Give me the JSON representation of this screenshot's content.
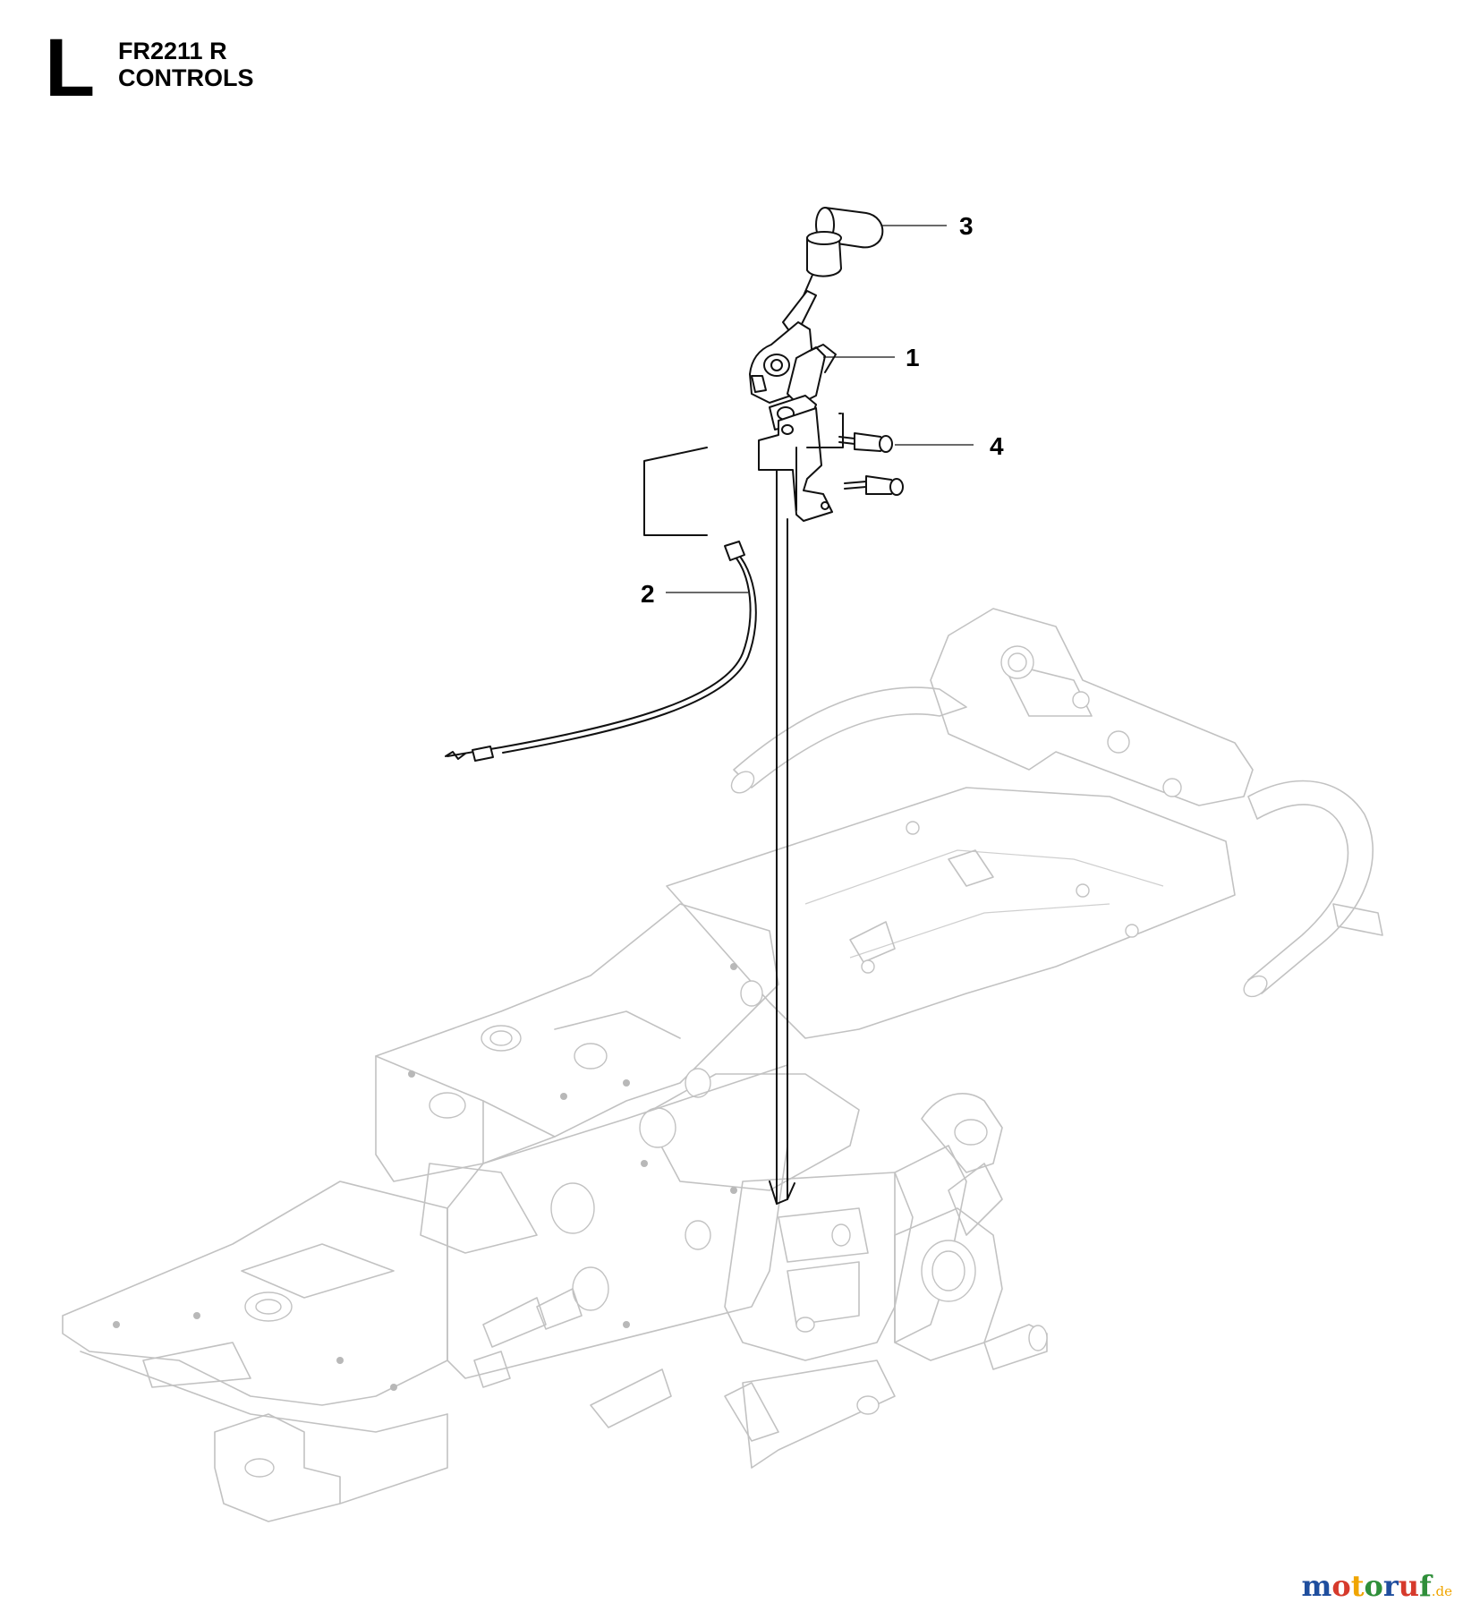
{
  "header": {
    "section_letter": "L",
    "model": "FR2211 R",
    "section_title": "CONTROLS"
  },
  "callouts": [
    {
      "number": "1"
    },
    {
      "number": "2"
    },
    {
      "number": "3"
    },
    {
      "number": "4"
    }
  ],
  "watermark": {
    "letters": [
      "m",
      "o",
      "t",
      "o",
      "r",
      "u",
      "f"
    ],
    "suffix": ".de",
    "colors": [
      "#1f4e9e",
      "#d63a2c",
      "#f0a500",
      "#2f8f3a",
      "#1f4e9e",
      "#d63a2c",
      "#2f8f3a"
    ]
  },
  "colors": {
    "frame_lines": "#c2c2c2",
    "part_lines": "#111111",
    "background": "#ffffff"
  }
}
